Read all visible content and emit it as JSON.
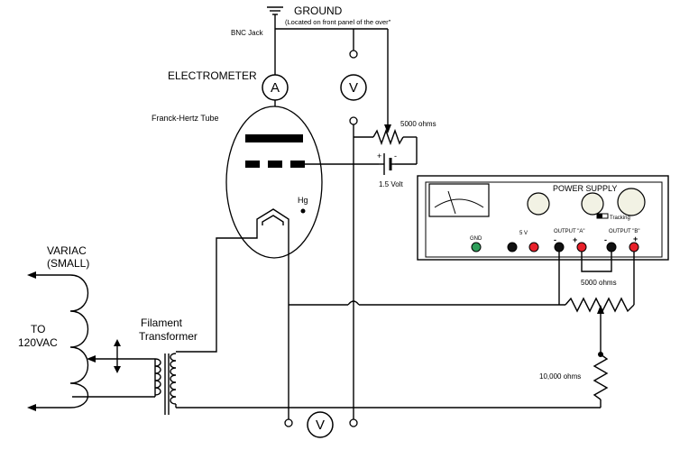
{
  "labels": {
    "ground": "GROUND",
    "ground_note": "(Located on front panel of the over\"",
    "bnc_jack": "BNC Jack",
    "electrometer": "ELECTROMETER",
    "franck_hertz_tube": "Franck-Hertz Tube",
    "resistor_top": "5000 ohms",
    "battery": "1.5 Volt",
    "mercury": "Hg",
    "variac_line1": "VARIAC",
    "variac_line2": "(SMALL)",
    "to_line1": "TO",
    "to_line2": "120VAC",
    "filament_line1": "Filament",
    "filament_line2": "Transformer",
    "power_supply": "POWER SUPPLY",
    "tracking": "Tracking",
    "gnd": "GND",
    "five_v": "5 V",
    "output_a": "OUTPUT \"A\"",
    "output_b": "OUTPUT \"B\"",
    "minus_a": "-",
    "plus_a": "+",
    "minus_b": "-",
    "plus_b": "+",
    "resistor_mid": "5000 ohms",
    "resistor_bottom": "10,000 ohms"
  },
  "meters": {
    "ammeter": "A",
    "voltmeter_top": "V",
    "voltmeter_bottom": "V"
  },
  "colors": {
    "terminal_red": "#e8202a",
    "terminal_black": "#111111",
    "terminal_green": "#2e9e5a",
    "knob_fill": "#f2f2e4",
    "line": "#000000"
  }
}
